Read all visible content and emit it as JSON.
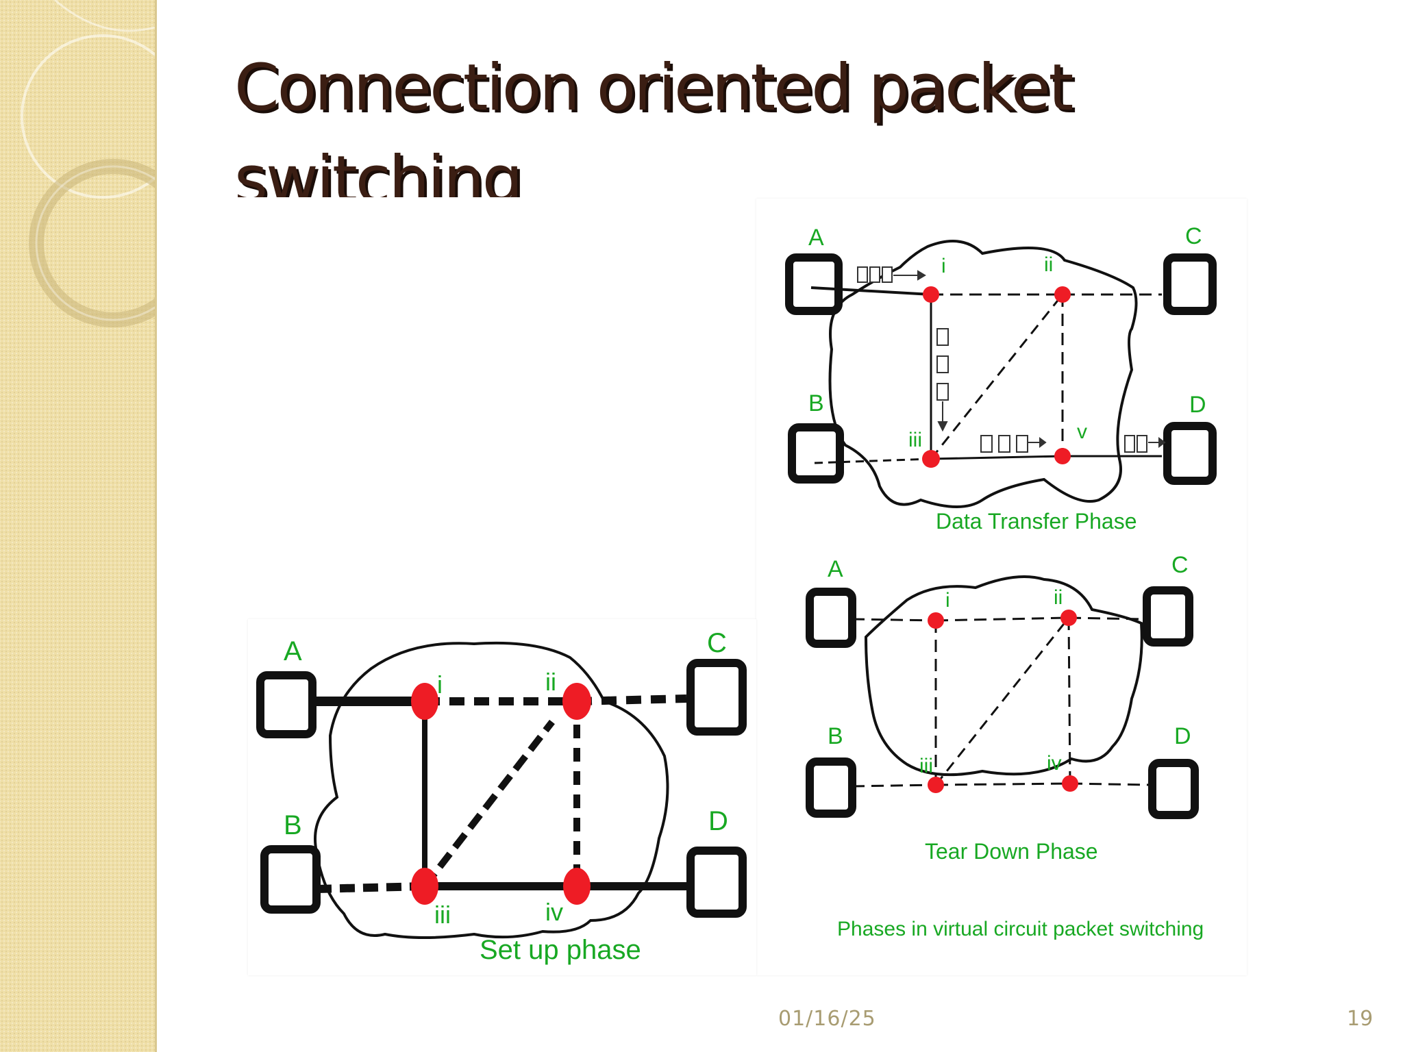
{
  "slide": {
    "title": "Connection oriented packet switching",
    "date": "01/16/25",
    "page_number": "19"
  },
  "diagram": {
    "node_color": "#ee1c25",
    "label_color": "#18a823",
    "setup": {
      "caption": "Set up phase",
      "hosts": [
        "A",
        "B",
        "C",
        "D"
      ],
      "switches": [
        "i",
        "ii",
        "iii",
        "iv"
      ]
    },
    "data_transfer": {
      "caption": "Data Transfer Phase",
      "hosts": [
        "A",
        "B",
        "C",
        "D"
      ],
      "switches": [
        "i",
        "ii",
        "iii",
        "v"
      ]
    },
    "tear_down": {
      "caption": "Tear Down Phase",
      "hosts": [
        "A",
        "B",
        "C",
        "D"
      ],
      "switches": [
        "i",
        "ii",
        "iii",
        "iv"
      ]
    },
    "figure_caption": "Phases in virtual circuit packet switching"
  }
}
